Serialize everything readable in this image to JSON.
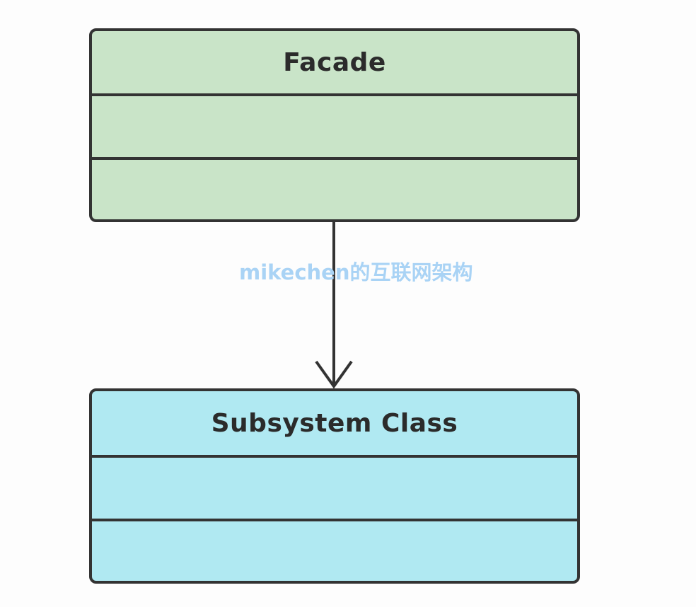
{
  "classes": {
    "facade": {
      "name": "Facade",
      "fill": "#c9e4c8"
    },
    "subsystem": {
      "name": "Subsystem Class",
      "fill": "#b0e9f2"
    }
  },
  "relationship": {
    "from": "Facade",
    "to": "Subsystem Class",
    "style": "directed-association-open-arrow",
    "color": "#333333"
  },
  "watermark": {
    "text": "mikechen的互联网架构",
    "color": "#a9d3f5"
  }
}
